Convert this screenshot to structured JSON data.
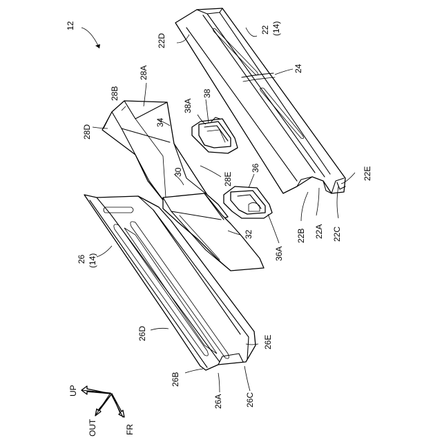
{
  "labels": {
    "assembly": "12",
    "upper_rail": "22",
    "upper_rail_sub": "(14)",
    "upper_rail_d": "22D",
    "upper_rail_rib": "24",
    "upper_rail_e": "22E",
    "upper_rail_b": "22B",
    "upper_rail_a": "22A",
    "upper_rail_c": "22C",
    "gusset_b": "28B",
    "gusset_a": "28A",
    "gusset_d": "28D",
    "gusset_e": "28E",
    "bracket_upper_a": "38A",
    "bracket_upper": "38",
    "plate_34": "34",
    "plate_30": "30",
    "bracket_lower": "36",
    "bracket_lower_a": "36A",
    "plate_32": "32",
    "lower_rail": "26",
    "lower_rail_sub": "(14)",
    "lower_rail_d": "26D",
    "lower_rail_e": "26E",
    "lower_rail_b": "26B",
    "lower_rail_a": "26A",
    "lower_rail_c": "26C"
  },
  "axes": {
    "up": "UP",
    "out": "OUT",
    "fr": "FR"
  }
}
